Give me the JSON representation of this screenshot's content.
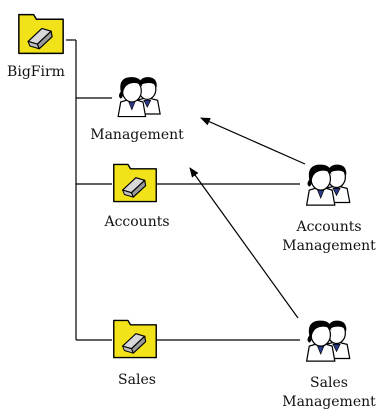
{
  "nodes": {
    "bigfirm": {
      "label": "BigFirm",
      "icon": "folder-icon"
    },
    "management": {
      "label": "Management",
      "icon": "users-icon"
    },
    "accounts": {
      "label": "Accounts",
      "icon": "folder-icon"
    },
    "accounts_management": {
      "label_line1": "Accounts",
      "label_line2": "Management",
      "icon": "users-icon"
    },
    "sales": {
      "label": "Sales",
      "icon": "folder-icon"
    },
    "sales_management": {
      "label_line1": "Sales",
      "label_line2": "Management",
      "icon": "users-icon"
    }
  },
  "colors": {
    "folder_fill": "#f2e21a",
    "line": "#000000"
  }
}
